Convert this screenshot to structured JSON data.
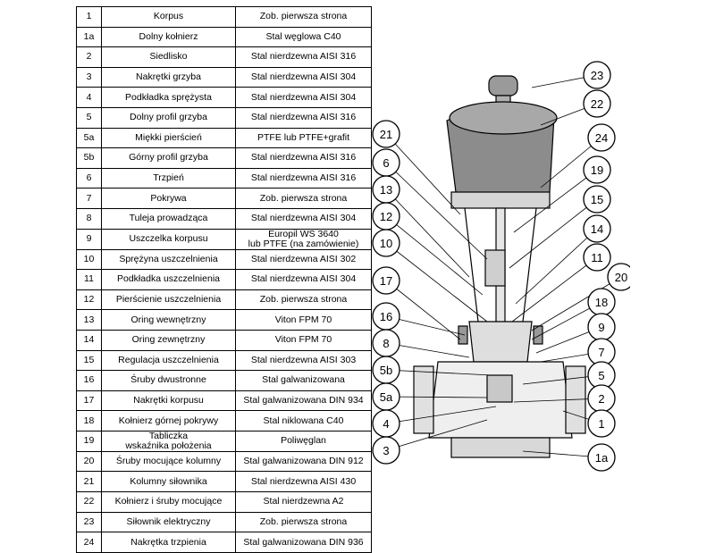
{
  "parts": [
    {
      "no": "1",
      "name": "Korpus",
      "material": "Zob. pierwsza strona"
    },
    {
      "no": "1a",
      "name": "Dolny kołnierz",
      "material": "Stal węglowa C40"
    },
    {
      "no": "2",
      "name": "Siedlisko",
      "material": "Stal nierdzewna AISI 316"
    },
    {
      "no": "3",
      "name": "Nakrętki grzyba",
      "material": "Stal nierdzewna AISI 304"
    },
    {
      "no": "4",
      "name": "Podkładka sprężysta",
      "material": "Stal nierdzewna AISI 304"
    },
    {
      "no": "5",
      "name": "Dolny profil grzyba",
      "material": "Stal nierdzewna AISI 316"
    },
    {
      "no": "5a",
      "name": "Miękki pierścień",
      "material": "PTFE lub PTFE+grafit"
    },
    {
      "no": "5b",
      "name": "Górny profil grzyba",
      "material": "Stal nierdzewna AISI 316"
    },
    {
      "no": "6",
      "name": "Trzpień",
      "material": "Stal nierdzewna AISI 316"
    },
    {
      "no": "7",
      "name": "Pokrywa",
      "material": "Zob. pierwsza strona"
    },
    {
      "no": "8",
      "name": "Tuleja prowadząca",
      "material": "Stal nierdzewna AISI 304"
    },
    {
      "no": "9",
      "name": "Uszczelka korpusu",
      "material": "Europil WS 3640\nlub PTFE (na zamówienie)"
    },
    {
      "no": "10",
      "name": "Sprężyna uszczelnienia",
      "material": "Stal nierdzewna AISI 302"
    },
    {
      "no": "11",
      "name": "Podkładka uszczelnienia",
      "material": "Stal nierdzewna AISI 304"
    },
    {
      "no": "12",
      "name": "Pierścienie uszczelnienia",
      "material": "Zob. pierwsza strona"
    },
    {
      "no": "13",
      "name": "Oring wewnętrzny",
      "material": "Viton FPM 70"
    },
    {
      "no": "14",
      "name": "Oring zewnętrzny",
      "material": "Viton FPM 70"
    },
    {
      "no": "15",
      "name": "Regulacja uszczelnienia",
      "material": "Stal nierdzewna AISI 303"
    },
    {
      "no": "16",
      "name": "Śruby dwustronne",
      "material": "Stal galwanizowana"
    },
    {
      "no": "17",
      "name": "Nakrętki korpusu",
      "material": "Stal galwanizowana DIN 934"
    },
    {
      "no": "18",
      "name": "Kołnierz górnej pokrywy",
      "material": "Stal niklowana C40"
    },
    {
      "no": "19",
      "name": "Tabliczka\nwskaźnika położenia",
      "material": "Poliwęglan"
    },
    {
      "no": "20",
      "name": "Śruby mocujące kolumny",
      "material": "Stal galwanizowana DIN 912"
    },
    {
      "no": "21",
      "name": "Kolumny siłownika",
      "material": "Stal nierdzewna AISI 430"
    },
    {
      "no": "22",
      "name": "Kołnierz i śruby mocujące",
      "material": "Stal nierdzewna A2"
    },
    {
      "no": "23",
      "name": "Siłownik elektryczny",
      "material": "Zob. pierwsza strona"
    },
    {
      "no": "24",
      "name": "Nakrętka trzpienia",
      "material": "Stal galwanizowana DIN 936"
    }
  ],
  "callouts": [
    "23",
    "22",
    "24",
    "21",
    "19",
    "6",
    "13",
    "15",
    "12",
    "14",
    "10",
    "11",
    "20",
    "17",
    "18",
    "16",
    "9",
    "8",
    "7",
    "5b",
    "5",
    "5a",
    "2",
    "4",
    "1",
    "3",
    "1a"
  ]
}
